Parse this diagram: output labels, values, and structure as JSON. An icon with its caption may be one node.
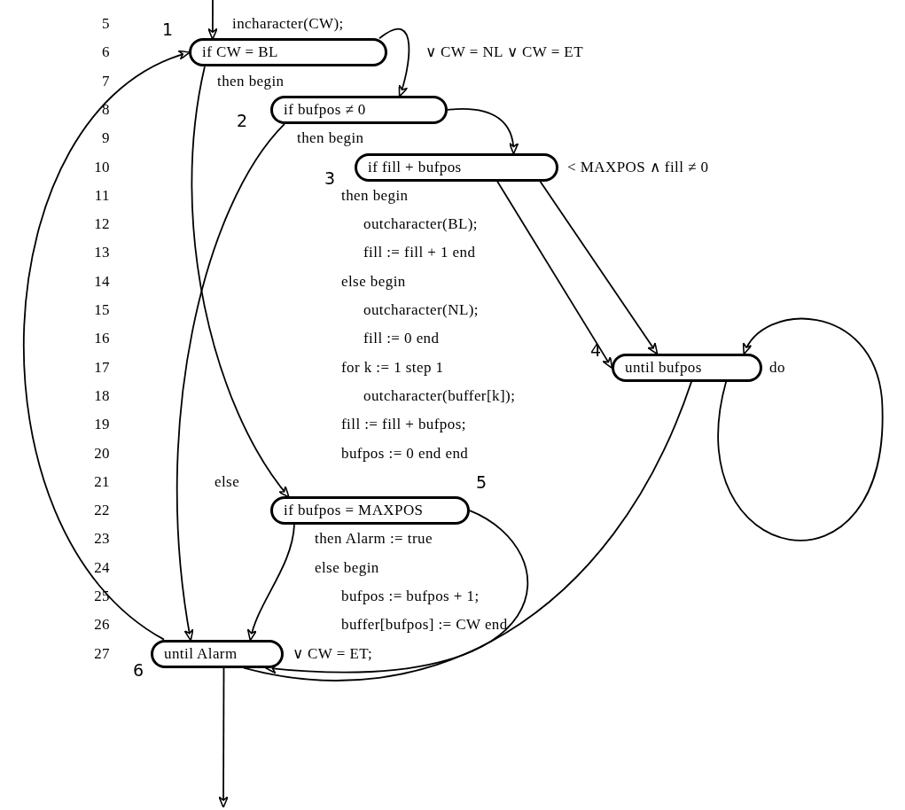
{
  "diagram": {
    "nodes": [
      {
        "text": [
          "if CW = BL"
        ],
        "beside": [
          "1"
        ]
      },
      {
        "text": [
          "if bufpos ≠ 0"
        ],
        "beside": [
          "2"
        ]
      },
      {
        "text": [
          "if fill + bufpos"
        ],
        "beside": [
          "3"
        ]
      },
      {
        "text": [
          "until bufpos"
        ],
        "beside": [
          "4"
        ]
      },
      {
        "text": [
          "if bufpos = MAXPOS"
        ],
        "beside": [
          "5"
        ]
      },
      {
        "text": [
          "until Alarm"
        ],
        "beside": [
          "6"
        ]
      }
    ],
    "edges": [
      {
        "from": null,
        "to": 0,
        "arrow": "to"
      },
      {
        "from": 0,
        "to": 1,
        "arrow": "to"
      },
      {
        "from": 1,
        "to": 2,
        "arrow": "to"
      },
      {
        "from": 2,
        "to": 3,
        "arrow": "to"
      },
      {
        "from": 2,
        "to": 3,
        "arrow": "to"
      },
      {
        "from": 3,
        "to": 3,
        "arrow": "to"
      },
      {
        "from": 3,
        "to": 5,
        "arrow": "none"
      },
      {
        "from": 0,
        "to": 4,
        "arrow": "to"
      },
      {
        "from": 1,
        "to": 5,
        "arrow": "to"
      },
      {
        "from": 4,
        "to": 5,
        "arrow": "to"
      },
      {
        "from": 4,
        "to": 5,
        "arrow": "to"
      },
      {
        "from": 5,
        "to": 0,
        "arrow": "to"
      },
      {
        "from": 5,
        "to": null,
        "arrow": "to"
      }
    ],
    "labels": [
      "5",
      "incharacter(CW);",
      "6",
      "∨ CW = NL ∨ CW = ET",
      "7",
      "then begin",
      "8",
      "9",
      "then begin",
      "10",
      "< MAXPOS ∧ fill ≠ 0",
      "11",
      "then begin",
      "12",
      "outcharacter(BL);",
      "13",
      "fill := fill + 1 end",
      "14",
      "else begin",
      "15",
      "outcharacter(NL);",
      "16",
      "fill := 0 end",
      "17",
      "for k := 1 step 1",
      "do",
      "18",
      "outcharacter(buffer[k]);",
      "19",
      "fill := fill + bufpos;",
      "20",
      "bufpos := 0 end end",
      "21",
      "else",
      "22",
      "23",
      "then Alarm := true",
      "24",
      "else begin",
      "25",
      "bufpos := bufpos + 1;",
      "26",
      "buffer[bufpos] := CW end",
      "27",
      "∨ CW = ET;"
    ]
  }
}
